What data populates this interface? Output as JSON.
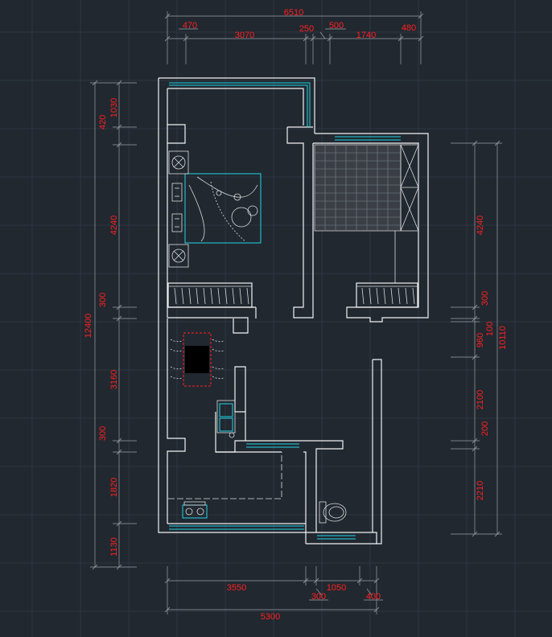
{
  "drawing": {
    "background": "#212830",
    "wall_color": "#f2f2f2",
    "dimension_color": "#ff2020",
    "window_color": "#22d3e6",
    "furniture": [
      "double-bed",
      "wardrobe",
      "dining-table",
      "sink",
      "stove",
      "toilet",
      "bookshelf"
    ]
  },
  "dimensions": {
    "top_total": "6510",
    "top_segments": [
      "470",
      "3070",
      "250",
      "500",
      "1740",
      "480"
    ],
    "left_total": "12400",
    "left_segments": [
      "420",
      "1030",
      "4240",
      "300",
      "3160",
      "300",
      "1820",
      "1130"
    ],
    "right_total": "10110",
    "right_segments": [
      "4240",
      "300",
      "960",
      "100",
      "2100",
      "200",
      "2210"
    ],
    "bottom_segments": [
      "3550",
      "300",
      "1050",
      "400"
    ],
    "bottom_total": "5300"
  }
}
